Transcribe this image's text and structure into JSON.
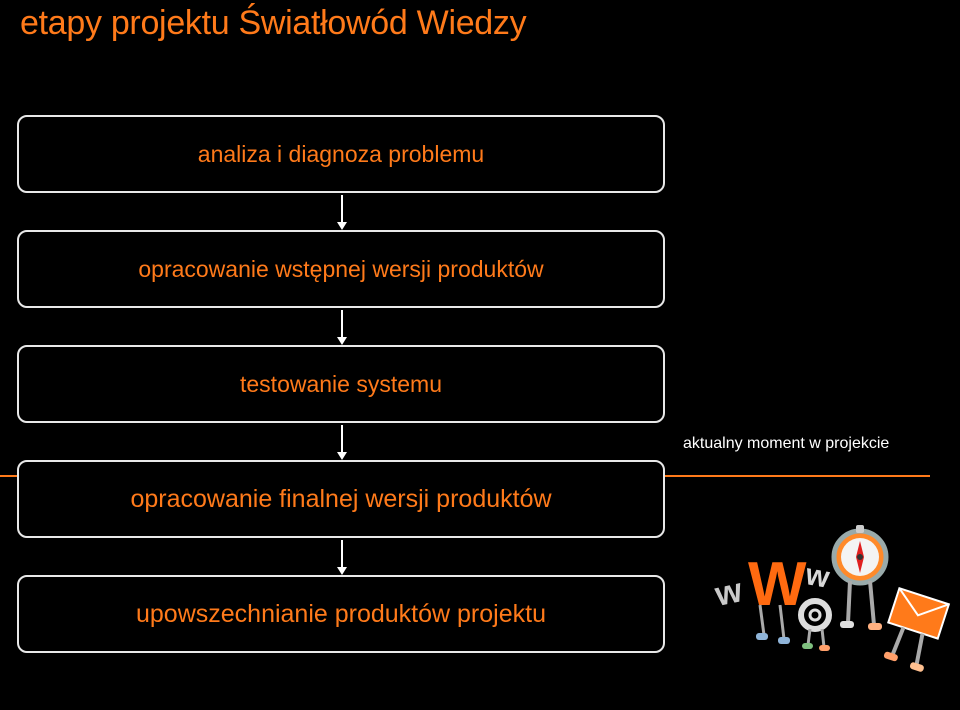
{
  "title": "etapy projektu Światłowód Wiedzy",
  "steps": [
    {
      "label": "analiza i diagnoza problemu"
    },
    {
      "label": "opracowanie wstępnej wersji produktów"
    },
    {
      "label": "testowanie systemu"
    },
    {
      "label": "opracowanie finalnej wersji produktów"
    },
    {
      "label": "upowszechnianie produktów projektu"
    }
  ],
  "current_marker": {
    "label": "aktualny moment w projekcie"
  },
  "colors": {
    "accent": "#ff7a1a",
    "box_border": "#e8e8e8",
    "background": "#000000"
  },
  "illustration": {
    "icons": [
      "www-letters-icon",
      "at-sign-icon",
      "compass-icon",
      "envelope-icon"
    ]
  }
}
